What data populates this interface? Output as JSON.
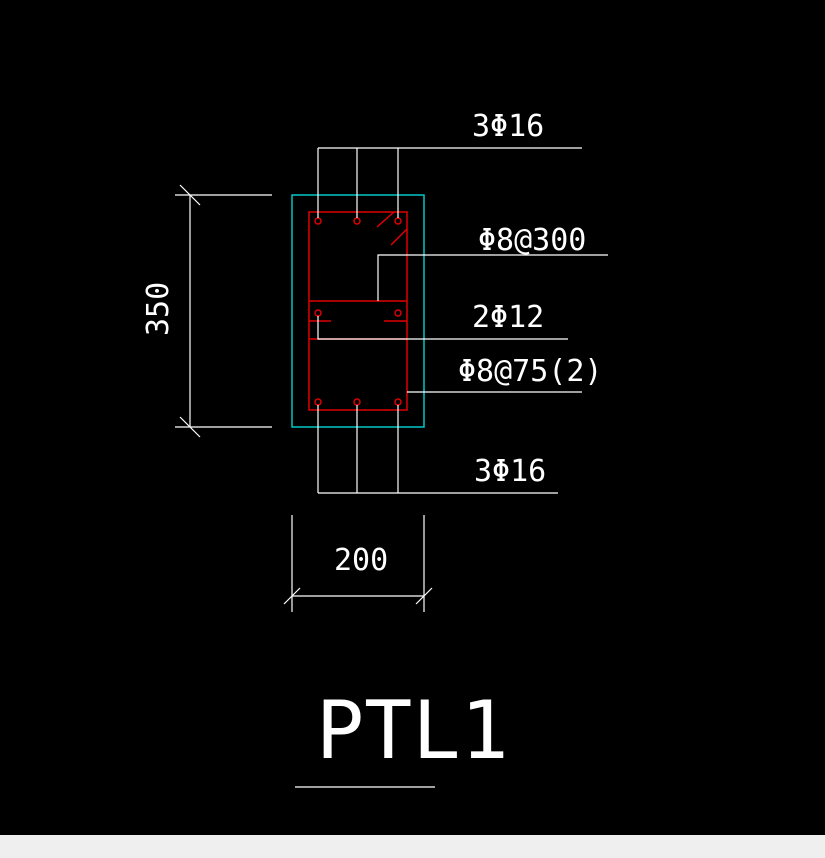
{
  "drawing": {
    "title": "PTL1",
    "width_dim": "200",
    "height_dim": "350",
    "top_bars": "3Φ16",
    "stirrup_a": "Φ8@300",
    "mid_bars": "2Φ12",
    "stirrup_b": "Φ8@75(2)",
    "bottom_bars": "3Φ16"
  },
  "colors": {
    "background": "#000000",
    "line": "#ffffff",
    "concrete_outline": "#00c8c8",
    "rebar": "#e00000",
    "status_strip": "#efefef"
  }
}
